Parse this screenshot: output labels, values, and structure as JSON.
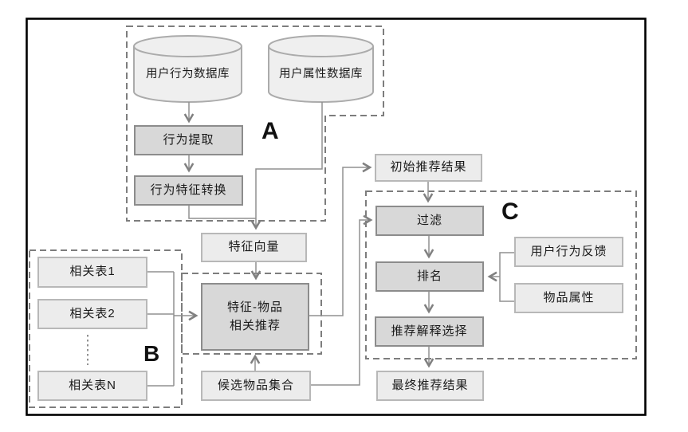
{
  "diagram": {
    "region_labels": {
      "a": "A",
      "b": "B",
      "c": "C"
    },
    "nodes": {
      "user_behavior_db": "用户行为数据库",
      "user_attribute_db": "用户属性数据库",
      "behavior_extraction": "行为提取",
      "behavior_feature_conversion": "行为特征转换",
      "feature_vector": "特征向量",
      "related_table_1": "相关表1",
      "related_table_2": "相关表2",
      "related_table_n": "相关表N",
      "feature_item_recommendation": "特征-物品\n相关推荐",
      "candidate_item_set": "候选物品集合",
      "initial_recommendation_results": "初始推荐结果",
      "filter": "过滤",
      "ranking": "排名",
      "recommendation_explanation_selection": "推荐解释选择",
      "final_recommendation_results": "最终推荐结果",
      "user_behavior_feedback": "用户行为反馈",
      "item_attributes": "物品属性"
    },
    "colors": {
      "light_box_fill": "#ececec",
      "light_box_border": "#b8b8b8",
      "dark_box_fill": "#d8d8d8",
      "dark_box_border": "#8c8c8c",
      "cylinder_fill": "#efefef",
      "cylinder_border": "#ababab",
      "connector": "#909090",
      "arrowhead": "#808080",
      "dashed_region": "#7d7d7d",
      "outer_border": "#000000",
      "text": "#1a1a1a"
    }
  }
}
